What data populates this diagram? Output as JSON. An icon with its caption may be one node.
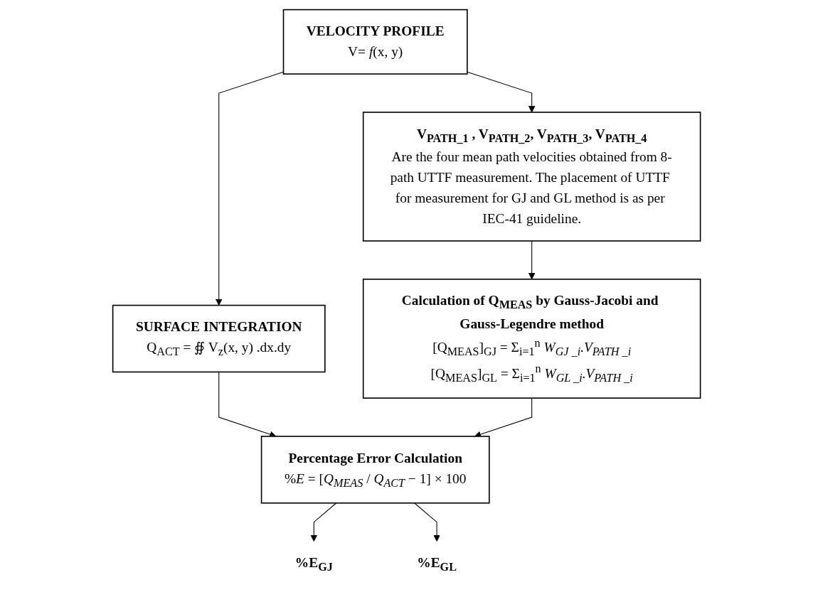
{
  "diagram": {
    "nodes": [
      {
        "text": [
          "VELOCITY PROFILE",
          "V= *f*(x, y)"
        ]
      },
      {
        "text": [
          "V$_{PATH_1}$ , V$_{PATH_2}$, V$_{PATH_3}$, V$_{PATH_4}$",
          "Are the four mean path velocities obtained from 8-path UTTF measurement. The placement of UTTF for measurement for GJ and GL method is as per IEC-41 guideline."
        ]
      },
      {
        "text": [
          "SURFACE INTEGRATION",
          "Q$_{ACT}$ = ∯ V$_{z}$(x, y) .dx.dy"
        ]
      },
      {
        "text": [
          "Calculation of Q$_{MEAS}$ by Gauss-Jacobi and Gauss-Legendre method",
          "[Q$_{MEAS}$]$_{GJ}$ = Σ$_{i=1}$$^{n}$ *W$_{GJ _i}$.V$_{PATH _i}$*",
          "[Q$_{MEAS}$]$_{GL}$ = Σ$_{i=1}$$^{n}$ *W$_{GL _i}$.V$_{PATH _i}$*"
        ]
      },
      {
        "text": [
          "Percentage Error Calculation",
          "%*E* = [*Q$_{MEAS}$* / *Q$_{ACT}$* − 1] × 100"
        ]
      },
      {
        "text": [
          "%E$_{GJ}$"
        ]
      },
      {
        "text": [
          "%E$_{GL}$"
        ]
      }
    ],
    "edges": [
      {
        "from": 0,
        "to": 1,
        "arrow": "to"
      },
      {
        "from": 0,
        "to": 2,
        "arrow": "to"
      },
      {
        "from": 1,
        "to": 3,
        "arrow": "to"
      },
      {
        "from": 2,
        "to": 4,
        "arrow": "to"
      },
      {
        "from": 3,
        "to": 4,
        "arrow": "to"
      },
      {
        "from": 4,
        "to": 5,
        "arrow": "to"
      },
      {
        "from": 4,
        "to": 6,
        "arrow": "to"
      }
    ]
  }
}
